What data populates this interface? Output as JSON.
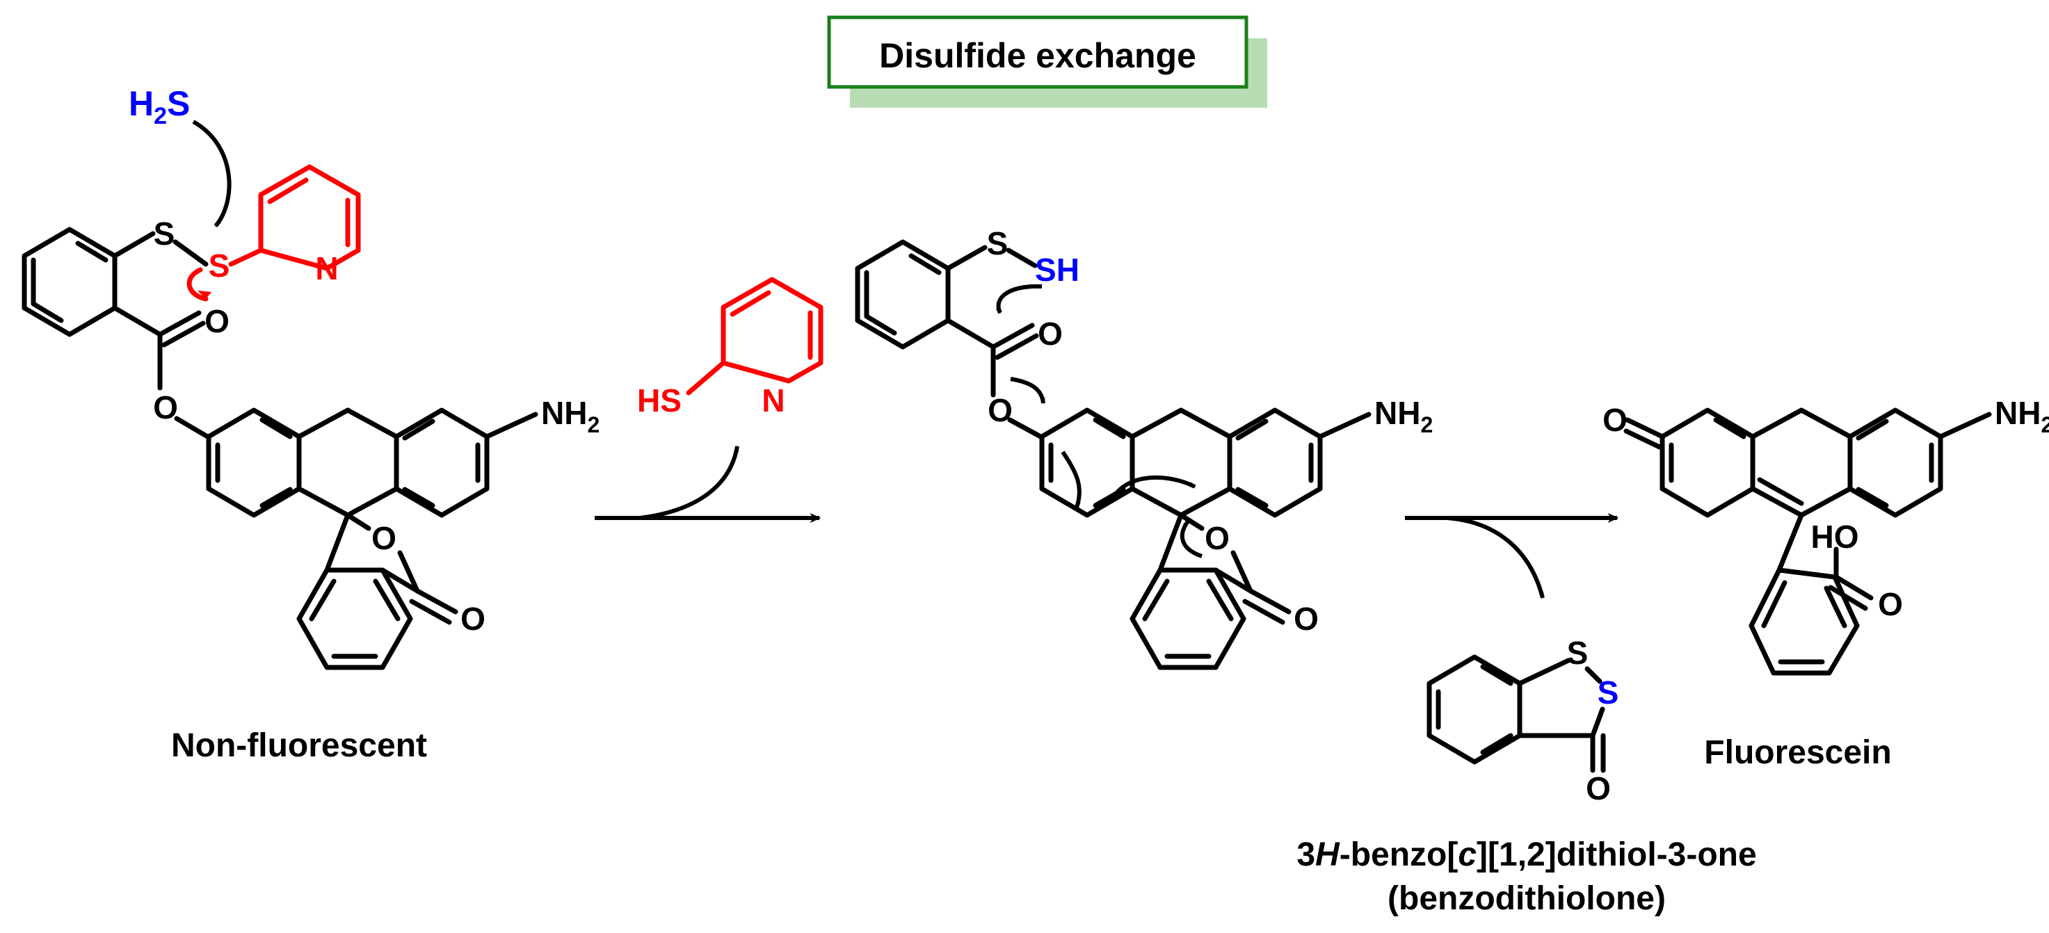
{
  "title_box": {
    "label": "Disulfide exchange",
    "border_color": "#1a7f1a",
    "shadow_color": "#b8dcb4"
  },
  "colors": {
    "black": "#000000",
    "red": "#ff0000",
    "blue": "#0000ff"
  },
  "atoms": {
    "h2s": {
      "main": "H",
      "sub": "2",
      "tail": "S"
    },
    "s": "S",
    "n": "N",
    "o": "O",
    "nh2": {
      "main": "NH",
      "sub": "2"
    },
    "hs": "HS",
    "sh": "SH",
    "ho": "HO"
  },
  "captions": {
    "left": "Non-fluorescent",
    "right": "Fluorescein",
    "byproduct_line1_prefix": "3",
    "byproduct_line1_italic1": "H",
    "byproduct_line1_mid": "-benzo[",
    "byproduct_line1_italic2": "c",
    "byproduct_line1_suffix": "][1,2]dithiol-3-one",
    "byproduct_line2": "(benzodithiolone)"
  }
}
